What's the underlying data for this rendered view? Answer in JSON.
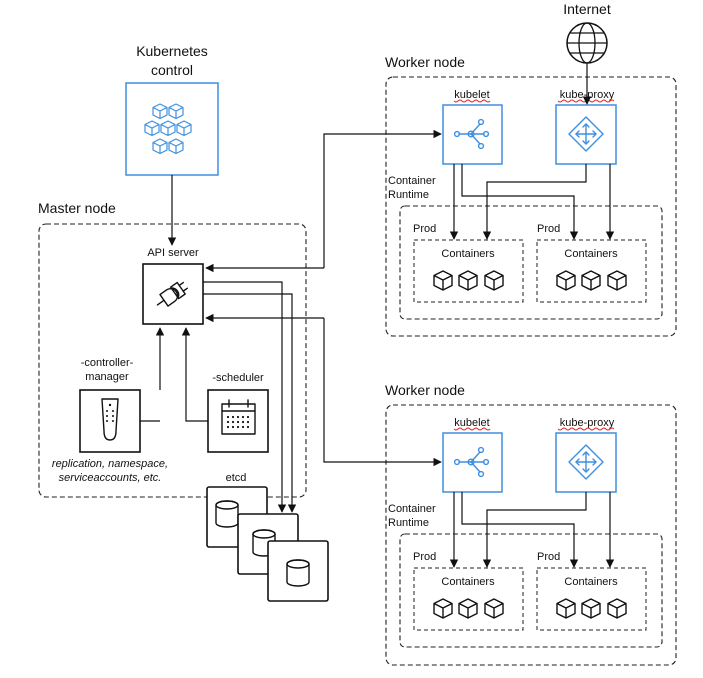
{
  "control": {
    "title_line1": "Kubernetes",
    "title_line2": "control"
  },
  "master": {
    "title": "Master node",
    "api_server": "API server",
    "controller_line1": "-controller-",
    "controller_line2": "manager",
    "controller_note_line1": "replication, namespace,",
    "controller_note_line2": "serviceaccounts, etc.",
    "scheduler": "-scheduler",
    "etcd": "etcd"
  },
  "internet": {
    "label": "Internet"
  },
  "workers": [
    {
      "title": "Worker node",
      "kubelet": "kubelet",
      "kube_proxy": "kube-proxy",
      "runtime_line1": "Container",
      "runtime_line2": "Runtime",
      "pods": [
        {
          "label": "Prod",
          "containers": "Containers"
        },
        {
          "label": "Prod",
          "containers": "Containers"
        }
      ]
    },
    {
      "title": "Worker node",
      "kubelet": "kubelet",
      "kube_proxy": "kube-proxy",
      "runtime_line1": "Container",
      "runtime_line2": "Runtime",
      "pods": [
        {
          "label": "Prod",
          "containers": "Containers"
        },
        {
          "label": "Prod",
          "containers": "Containers"
        }
      ]
    }
  ],
  "colors": {
    "accent": "#3d8fe0",
    "line": "#111111",
    "underline": "#e02020"
  },
  "icons": {
    "control": "cubes-cluster-icon",
    "api_server": "plug-icon",
    "controller": "remote-control-icon",
    "scheduler": "calendar-icon",
    "etcd": "database-icon",
    "kubelet": "hub-icon",
    "kube_proxy": "directional-arrows-icon",
    "internet": "globe-icon",
    "container": "cube-icon"
  }
}
